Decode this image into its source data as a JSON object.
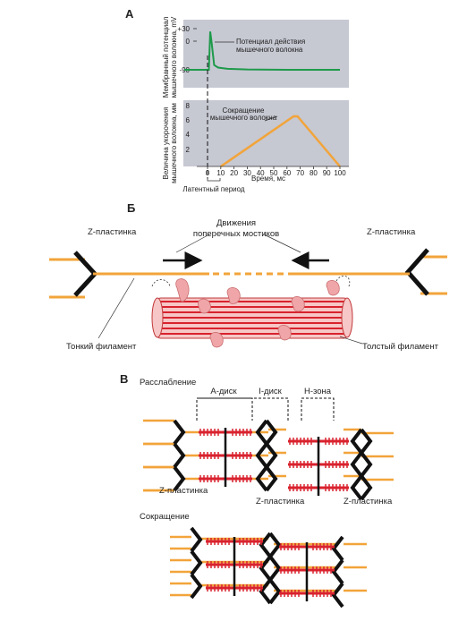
{
  "panel_a": {
    "label": "А",
    "potential": {
      "ylabel_line1": "Мембранный потенциал",
      "ylabel_line2": "мышечного волокна, mV",
      "ticks": [
        "+30",
        "0",
        "-90"
      ],
      "annotation_line1": "Потенциал действия",
      "annotation_line2": "мышечного волокна",
      "line_color": "#1e9a4a",
      "series": {
        "t": [
          0,
          1,
          2,
          3,
          5,
          8,
          15,
          30,
          60,
          100
        ],
        "v": [
          -90,
          -90,
          30,
          0,
          -75,
          -83,
          -87,
          -89,
          -90,
          -90
        ]
      }
    },
    "contraction": {
      "ylabel_line1": "Величина укорочения",
      "ylabel_line2": "мышечного волокна, мм",
      "ticks": [
        "8",
        "6",
        "4",
        "2"
      ],
      "annotation_line1": "Сокращение",
      "annotation_line2": "мышечного волокна",
      "line_color": "#f2a43a",
      "series": {
        "t": [
          10,
          65,
          68,
          100
        ],
        "v": [
          0,
          7,
          7,
          0
        ]
      }
    },
    "x_ticks": [
      "0",
      "10",
      "20",
      "30",
      "40",
      "50",
      "60",
      "70",
      "80",
      "90",
      "100"
    ],
    "xlabel": "Время, мс",
    "latent_label": "Латентный период"
  },
  "panel_b": {
    "label": "Б",
    "z_left": "Z-пластинка",
    "z_right": "Z-пластинка",
    "cross_bridge_line1": "Движения",
    "cross_bridge_line2": "поперечных мостиков",
    "thin_filament": "Тонкий филамент",
    "thick_filament": "Толстый филамент"
  },
  "panel_c": {
    "label": "В",
    "relaxation": "Расслабление",
    "a_disk": "А-диск",
    "i_disk": "I-диск",
    "h_zone": "Н-зона",
    "z_labels": [
      "Z-пластинка",
      "Z-пластинка",
      "Z-пластинка"
    ],
    "contraction": "Сокращение"
  },
  "colors": {
    "thin": "#f2a43a",
    "thick": "#d9222e",
    "z": "#111111",
    "plot_bg": "#c6c8d2",
    "myosin_head": "#f0a6a8"
  }
}
